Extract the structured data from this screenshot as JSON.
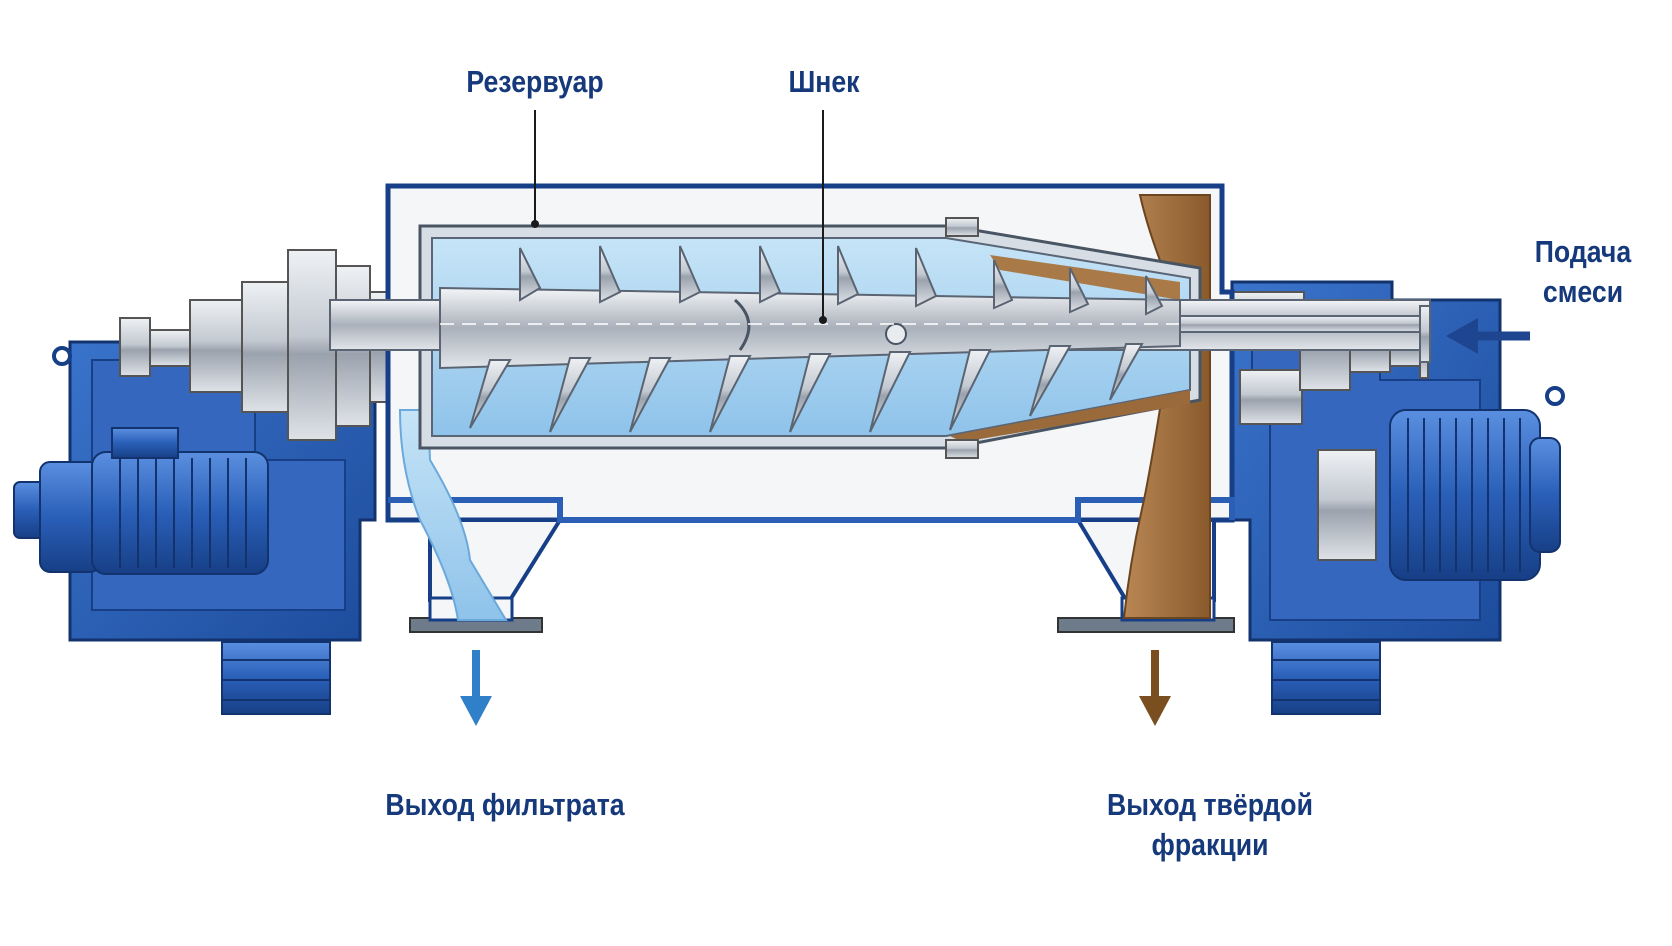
{
  "labels": {
    "reservoir": "Резервуар",
    "screw": "Шнек",
    "feed": "Подача\nсмеси",
    "filtrate_out": "Выход фильтрата",
    "solids_out": "Выход твёрдой\nфракции"
  },
  "colors": {
    "label_text": "#15397a",
    "frame_blue": "#2b5fb5",
    "frame_dark": "#163f88",
    "liquid_blue": "#a9d3f0",
    "solids_brown": "#9a6a3a",
    "steel": "#c9ced5",
    "filtrate_arrow": "#2f80c8",
    "solids_arrow": "#7a4e1f",
    "feed_arrow": "#1d4590"
  }
}
